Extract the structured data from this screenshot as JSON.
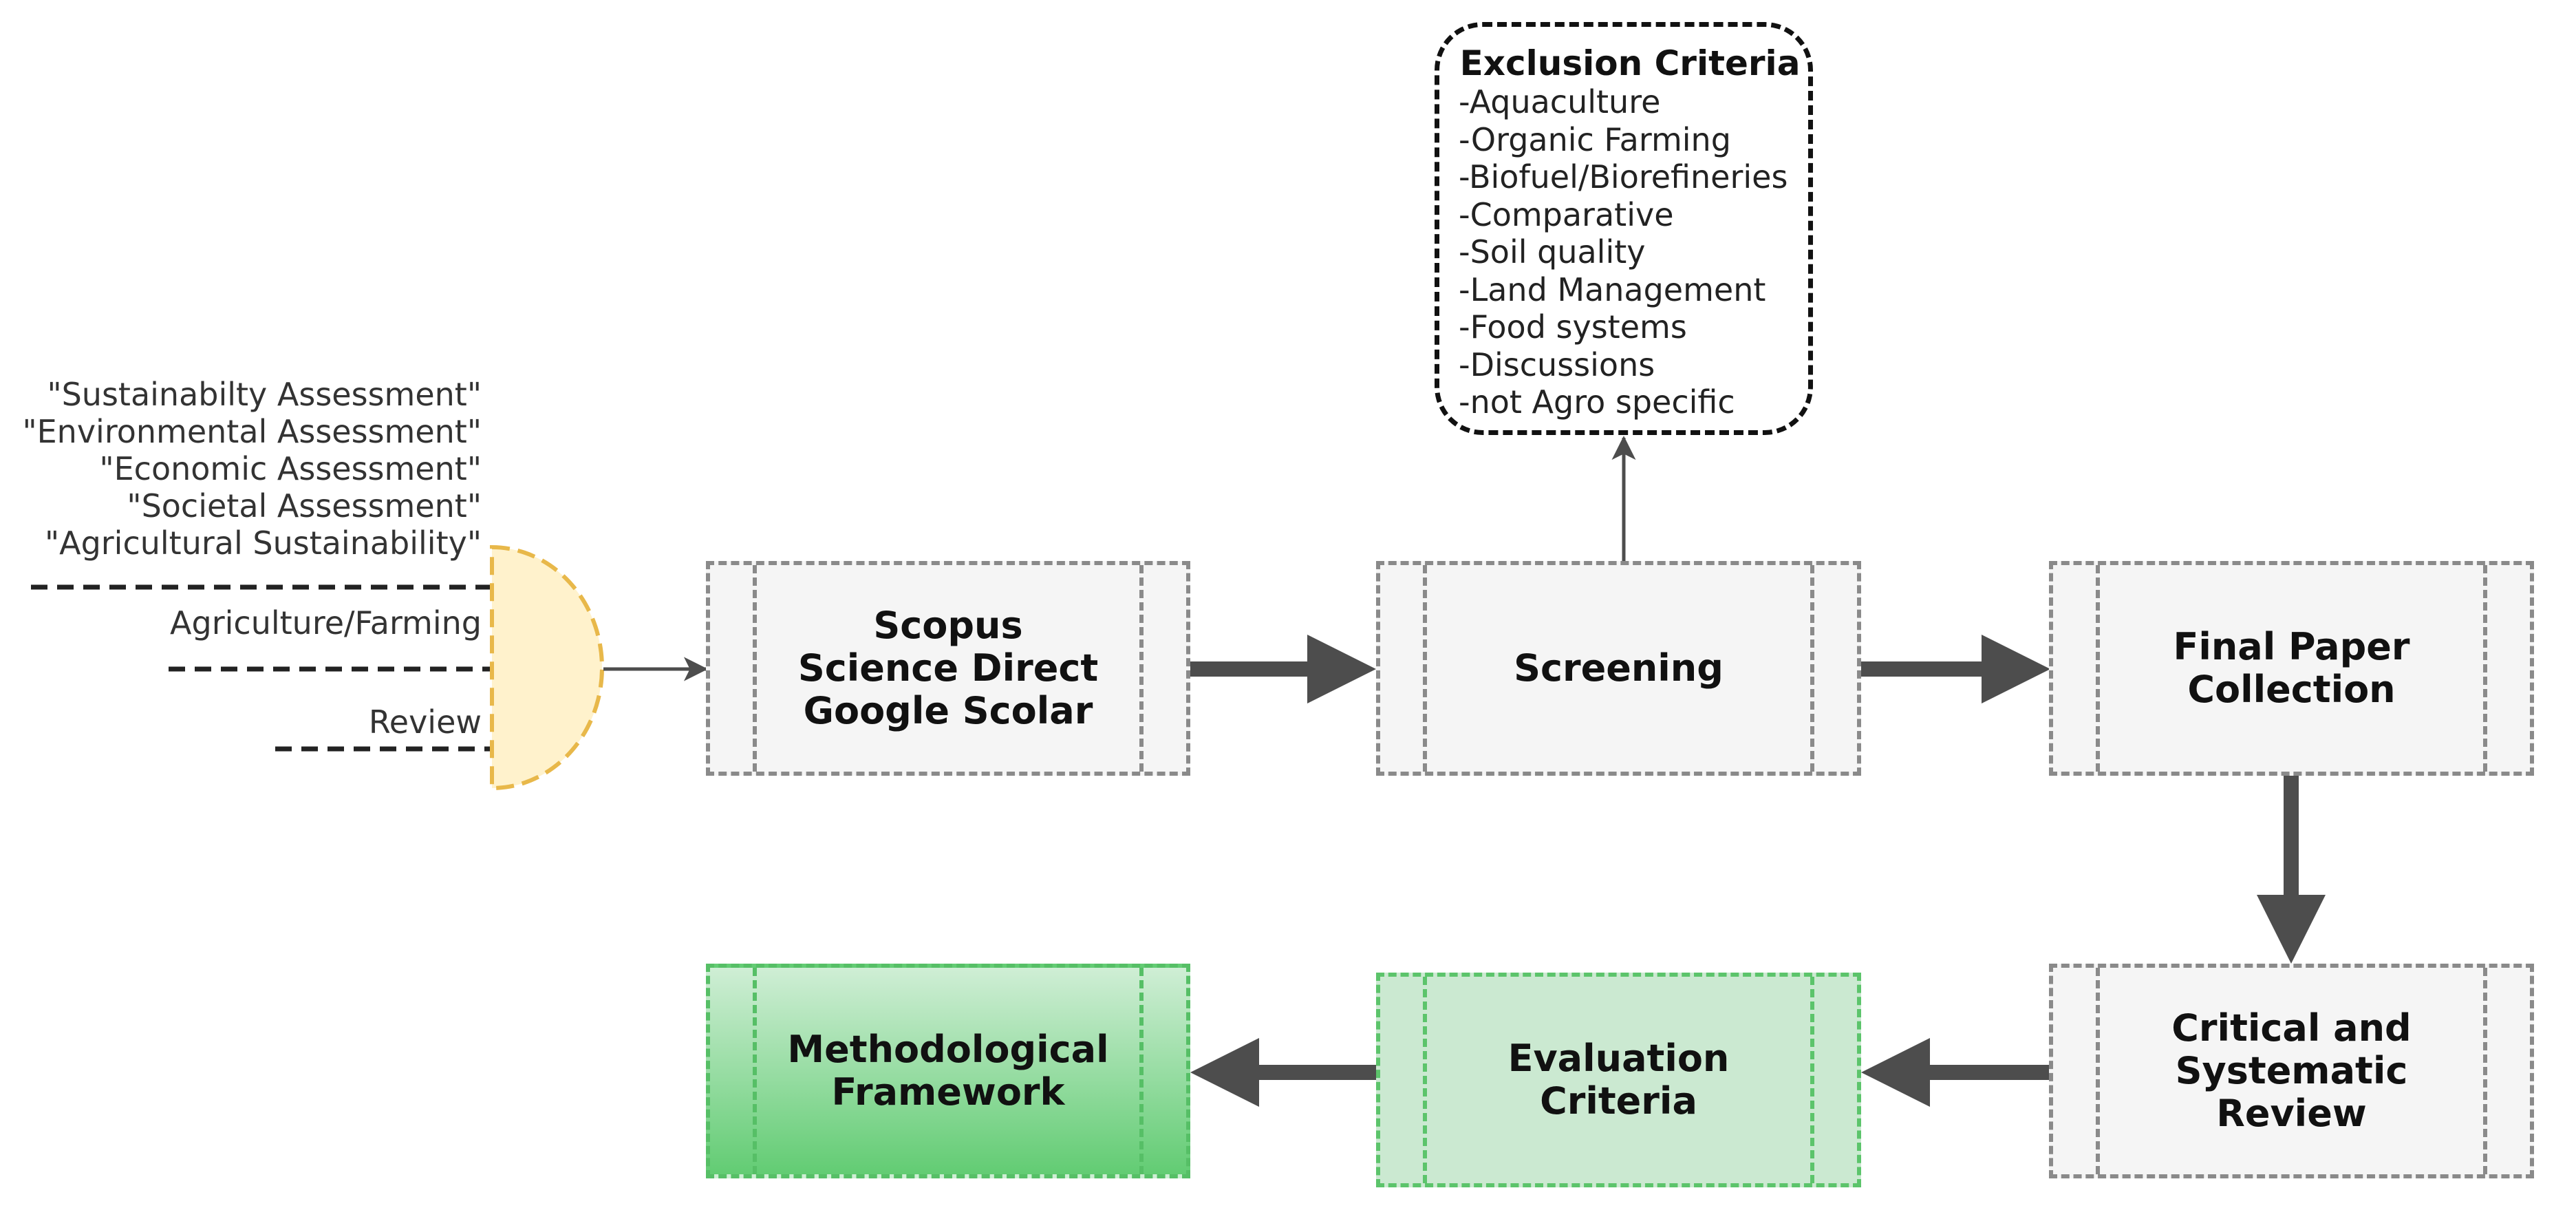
{
  "keywords": {
    "group1": [
      "\"Sustainabilty Assessment\"",
      "\"Environmental Assessment\"",
      "\"Economic Assessment\"",
      "\"Societal Assessment\"",
      "\"Agricultural Sustainability\""
    ],
    "group2": "Agriculture/Farming",
    "group3": "Review"
  },
  "exclusion": {
    "title": "Exclusion Criteria",
    "items": [
      "-Aquaculture",
      "-Organic Farming",
      "-Biofuel/Biorefineries",
      "-Comparative",
      "-Soil quality",
      "-Land Management",
      "-Food systems",
      "-Discussions",
      "-not Agro specific"
    ]
  },
  "steps": {
    "databases": [
      "Scopus",
      "Science Direct",
      "Google Scolar"
    ],
    "screening": [
      "Screening"
    ],
    "final_collection": [
      "Final Paper",
      "Collection"
    ],
    "review": [
      "Critical and",
      "Systematic",
      "Review"
    ],
    "evaluation": [
      "Evaluation",
      "Criteria"
    ],
    "framework": [
      "Methodological",
      "Framework"
    ]
  },
  "colors": {
    "and_gate_fill": "#fff2cc",
    "and_gate_stroke": "#e8b84a",
    "process_border": "#8a8a8a",
    "arrow": "#4d4d4d",
    "green_border": "#5cc46b"
  }
}
